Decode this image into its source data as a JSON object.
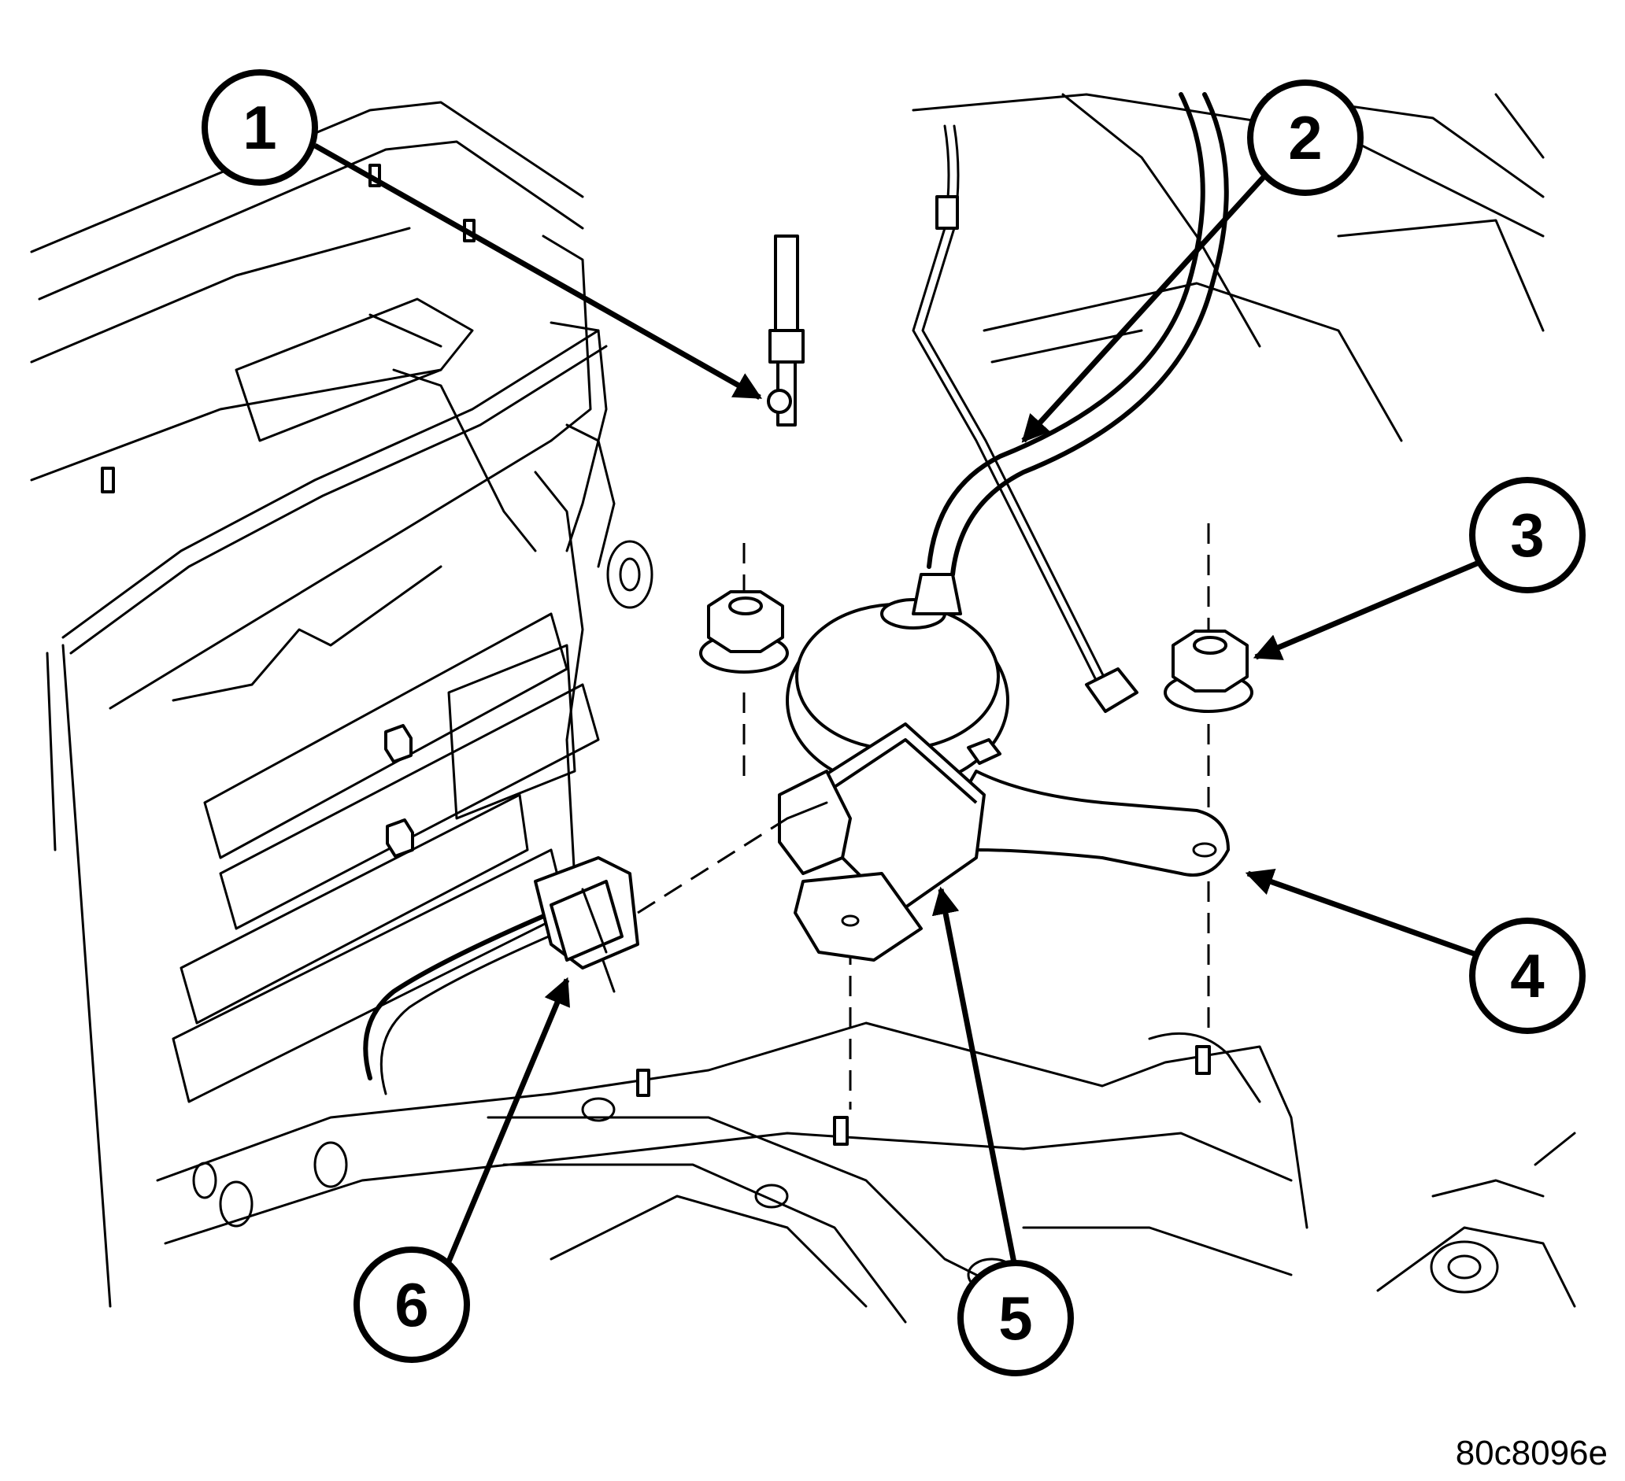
{
  "callouts": [
    {
      "id": "callout-1",
      "label": "1"
    },
    {
      "id": "callout-2",
      "label": "2"
    },
    {
      "id": "callout-3",
      "label": "3"
    },
    {
      "id": "callout-4",
      "label": "4"
    },
    {
      "id": "callout-5",
      "label": "5"
    },
    {
      "id": "callout-6",
      "label": "6"
    }
  ],
  "figure_id": "80c8096e"
}
